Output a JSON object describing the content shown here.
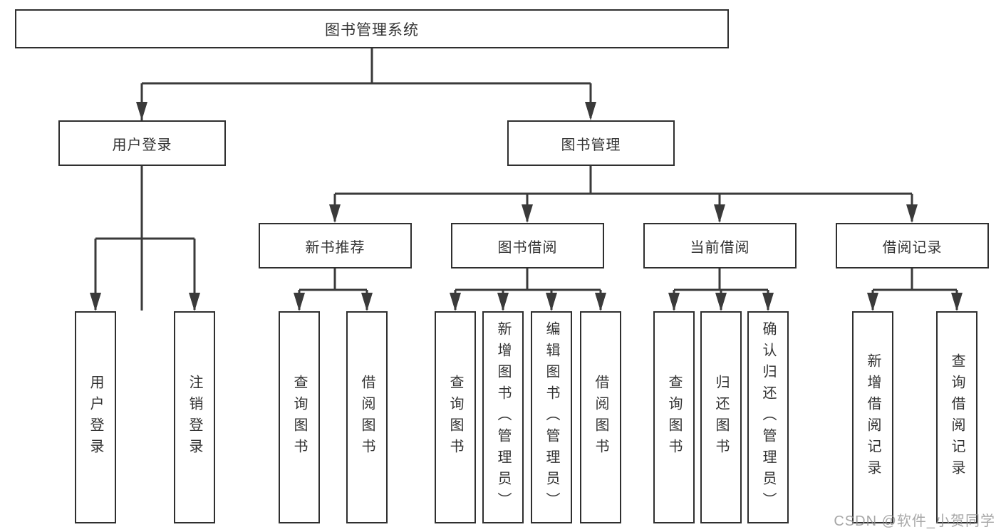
{
  "diagram": {
    "root_label": "图书管理系统",
    "branches": [
      {
        "label": "用户登录",
        "leaves": [
          {
            "label": "用户登录"
          },
          {
            "label": "注销登录"
          }
        ]
      },
      {
        "label": "图书管理",
        "children": [
          {
            "label": "新书推荐",
            "leaves": [
              {
                "label": "查询图书"
              },
              {
                "label": "借阅图书"
              }
            ]
          },
          {
            "label": "图书借阅",
            "leaves": [
              {
                "label": "查询图书"
              },
              {
                "label": "新增图书（管理员）"
              },
              {
                "label": "编辑图书（管理员）"
              },
              {
                "label": "借阅图书"
              }
            ]
          },
          {
            "label": "当前借阅",
            "leaves": [
              {
                "label": "查询图书"
              },
              {
                "label": "归还图书"
              },
              {
                "label": "确认归还（管理员）"
              }
            ]
          },
          {
            "label": "借阅记录",
            "leaves": [
              {
                "label": "新增借阅记录"
              },
              {
                "label": "查询借阅记录"
              }
            ]
          }
        ]
      }
    ]
  },
  "watermark": {
    "text": "CSDN @软件_小贺同学"
  },
  "style": {
    "line_color": "#3a3a3a",
    "border_color": "#2f2f2f",
    "text_color": "#333333",
    "watermark_color": "#919191",
    "background": "#ffffff"
  }
}
